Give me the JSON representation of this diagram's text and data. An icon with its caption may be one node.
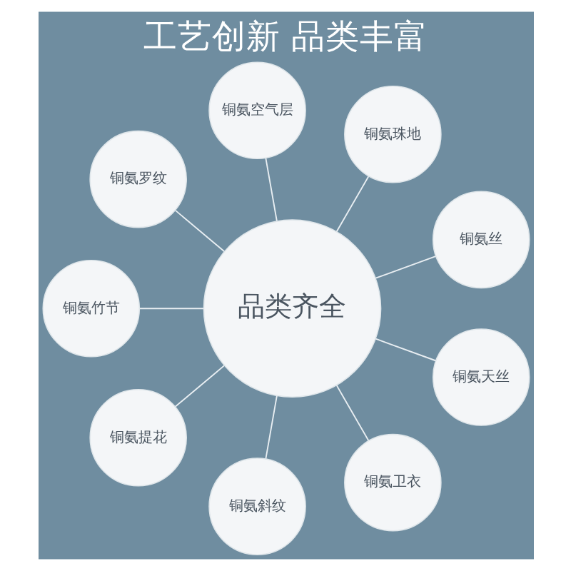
{
  "diagram": {
    "title": "工艺创新 品类丰富",
    "nodes": [
      {
        "text": [
          "品类齐全"
        ]
      },
      {
        "text": [
          "铜氨丝"
        ]
      },
      {
        "text": [
          "铜氨珠地"
        ]
      },
      {
        "text": [
          "铜氨空气层"
        ]
      },
      {
        "text": [
          "铜氨罗纹"
        ]
      },
      {
        "text": [
          "铜氨竹节"
        ]
      },
      {
        "text": [
          "铜氨提花"
        ]
      },
      {
        "text": [
          "铜氨斜纹"
        ]
      },
      {
        "text": [
          "铜氨卫衣"
        ]
      },
      {
        "text": [
          "铜氨天丝"
        ]
      }
    ],
    "edges": [
      {
        "from": 0,
        "to": 1,
        "arrow": "none"
      },
      {
        "from": 0,
        "to": 2,
        "arrow": "none"
      },
      {
        "from": 0,
        "to": 3,
        "arrow": "none"
      },
      {
        "from": 0,
        "to": 4,
        "arrow": "none"
      },
      {
        "from": 0,
        "to": 5,
        "arrow": "none"
      },
      {
        "from": 0,
        "to": 6,
        "arrow": "none"
      },
      {
        "from": 0,
        "to": 7,
        "arrow": "none"
      },
      {
        "from": 0,
        "to": 8,
        "arrow": "none"
      },
      {
        "from": 0,
        "to": 9,
        "arrow": "none"
      }
    ]
  }
}
